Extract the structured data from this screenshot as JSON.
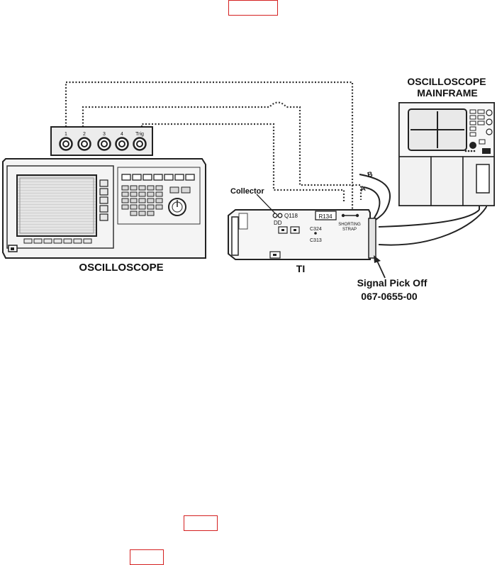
{
  "labels": {
    "mainframe_line1": "OSCILLOSCOPE",
    "mainframe_line2": "MAINFRAME",
    "collector": "Collector",
    "oscilloscope": "OSCILLOSCOPE",
    "ti": "TI",
    "pickoff_line1": "Signal Pick Off",
    "pickoff_line2": "067-0655-00",
    "cable_b": "B",
    "cable_a": "A"
  },
  "scope_channels": [
    "1",
    "2",
    "3",
    "4",
    "Trig"
  ],
  "board_labels": {
    "q118": "Q118",
    "dd": "DD",
    "r134": "R134",
    "shorting_line1": "SHORTING",
    "shorting_line2": "STRAP",
    "c324": "C324",
    "c313": "C313"
  },
  "colors": {
    "redbox": "#d42020"
  }
}
